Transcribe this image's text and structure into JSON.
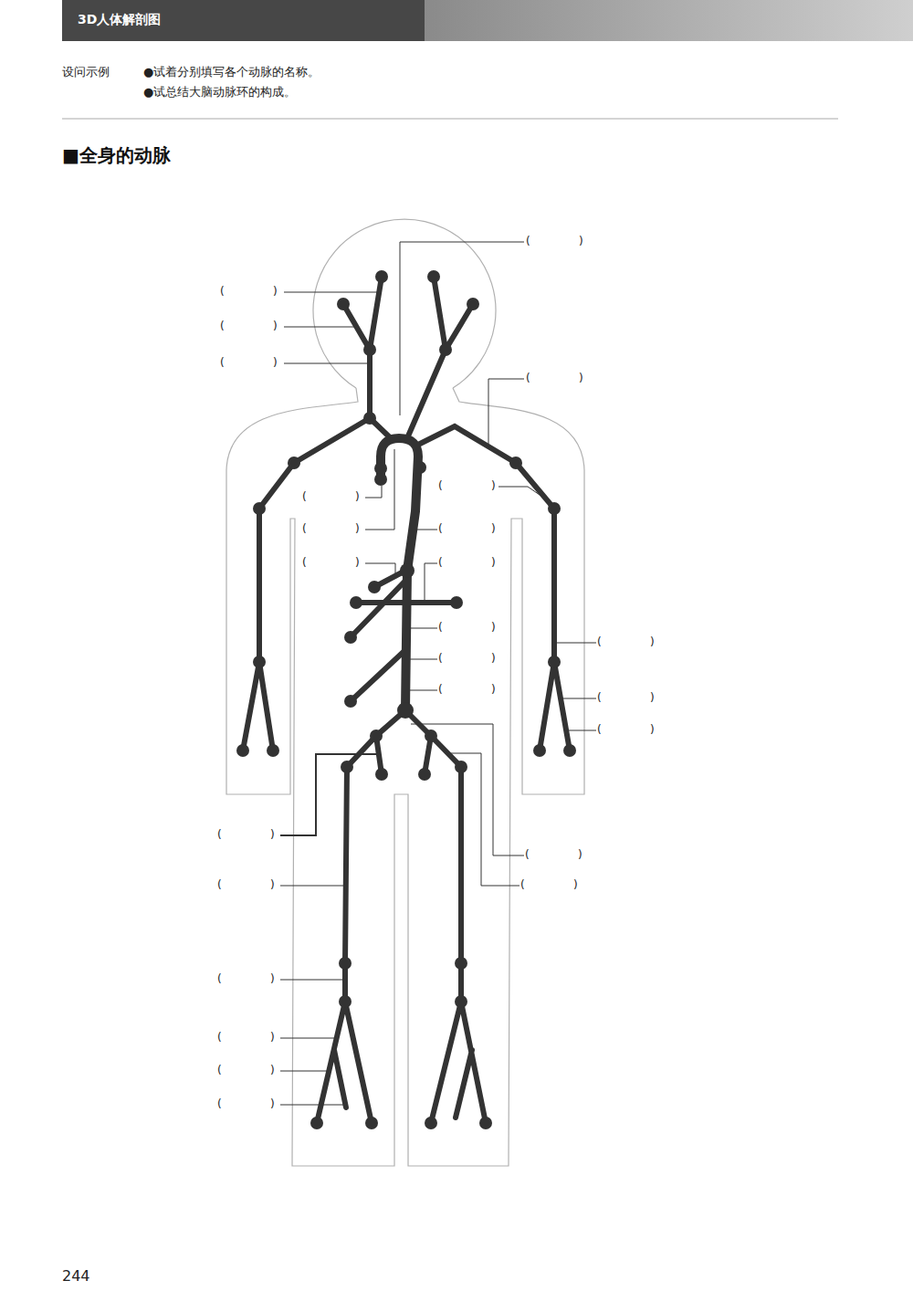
{
  "diagram": {
    "title": "■全身的动脉",
    "labels": [
      "3D人体解剖图",
      "设问示例",
      "●试着分别填写各个动脉的名称。",
      "●试总结大脑动脉环的构成。",
      "(              )",
      "(              )",
      "(              )",
      "(              )",
      "(              )",
      "(              )",
      "(              )",
      "(              )",
      "(              )",
      "(              )",
      "(              )",
      "(              )",
      "(              )",
      "(              )",
      "(              )",
      "(              )",
      "(              )",
      "(              )",
      "(              )",
      "(              )",
      "(              )",
      "(              )",
      "(              )",
      "(              )",
      "(              )",
      "244"
    ]
  }
}
